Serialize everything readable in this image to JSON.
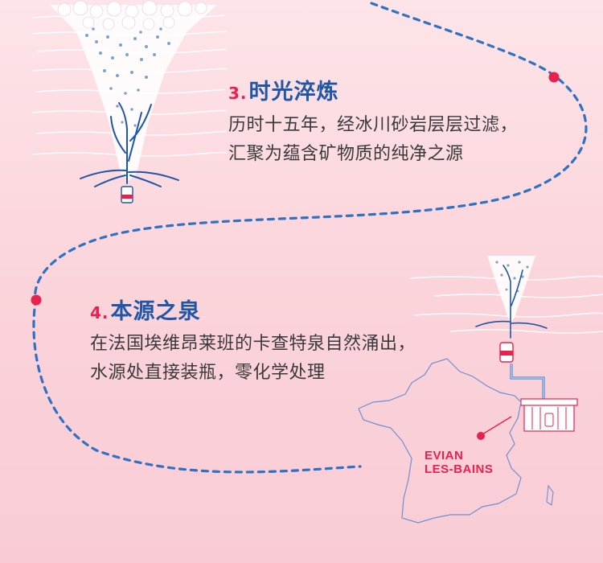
{
  "steps": [
    {
      "number": "3",
      "title": "时光淬炼",
      "lines": [
        "历时十五年，经冰川砂岩层层过滤，",
        "汇聚为蕴含矿物质的纯净之源"
      ]
    },
    {
      "number": "4",
      "title": "本源之泉",
      "lines": [
        "在法国埃维昂莱班的卡查特泉自然涌出，",
        "水源处直接装瓶，零化学处理"
      ]
    }
  ],
  "map": {
    "label_line1": "EVIAN",
    "label_line2": "LES-BAINS"
  },
  "colors": {
    "background": "#fbd3da",
    "title_blue": "#1f57a8",
    "accent_red": "#e8214f",
    "path_blue": "#2f72c4",
    "text": "#3a3a3a"
  }
}
